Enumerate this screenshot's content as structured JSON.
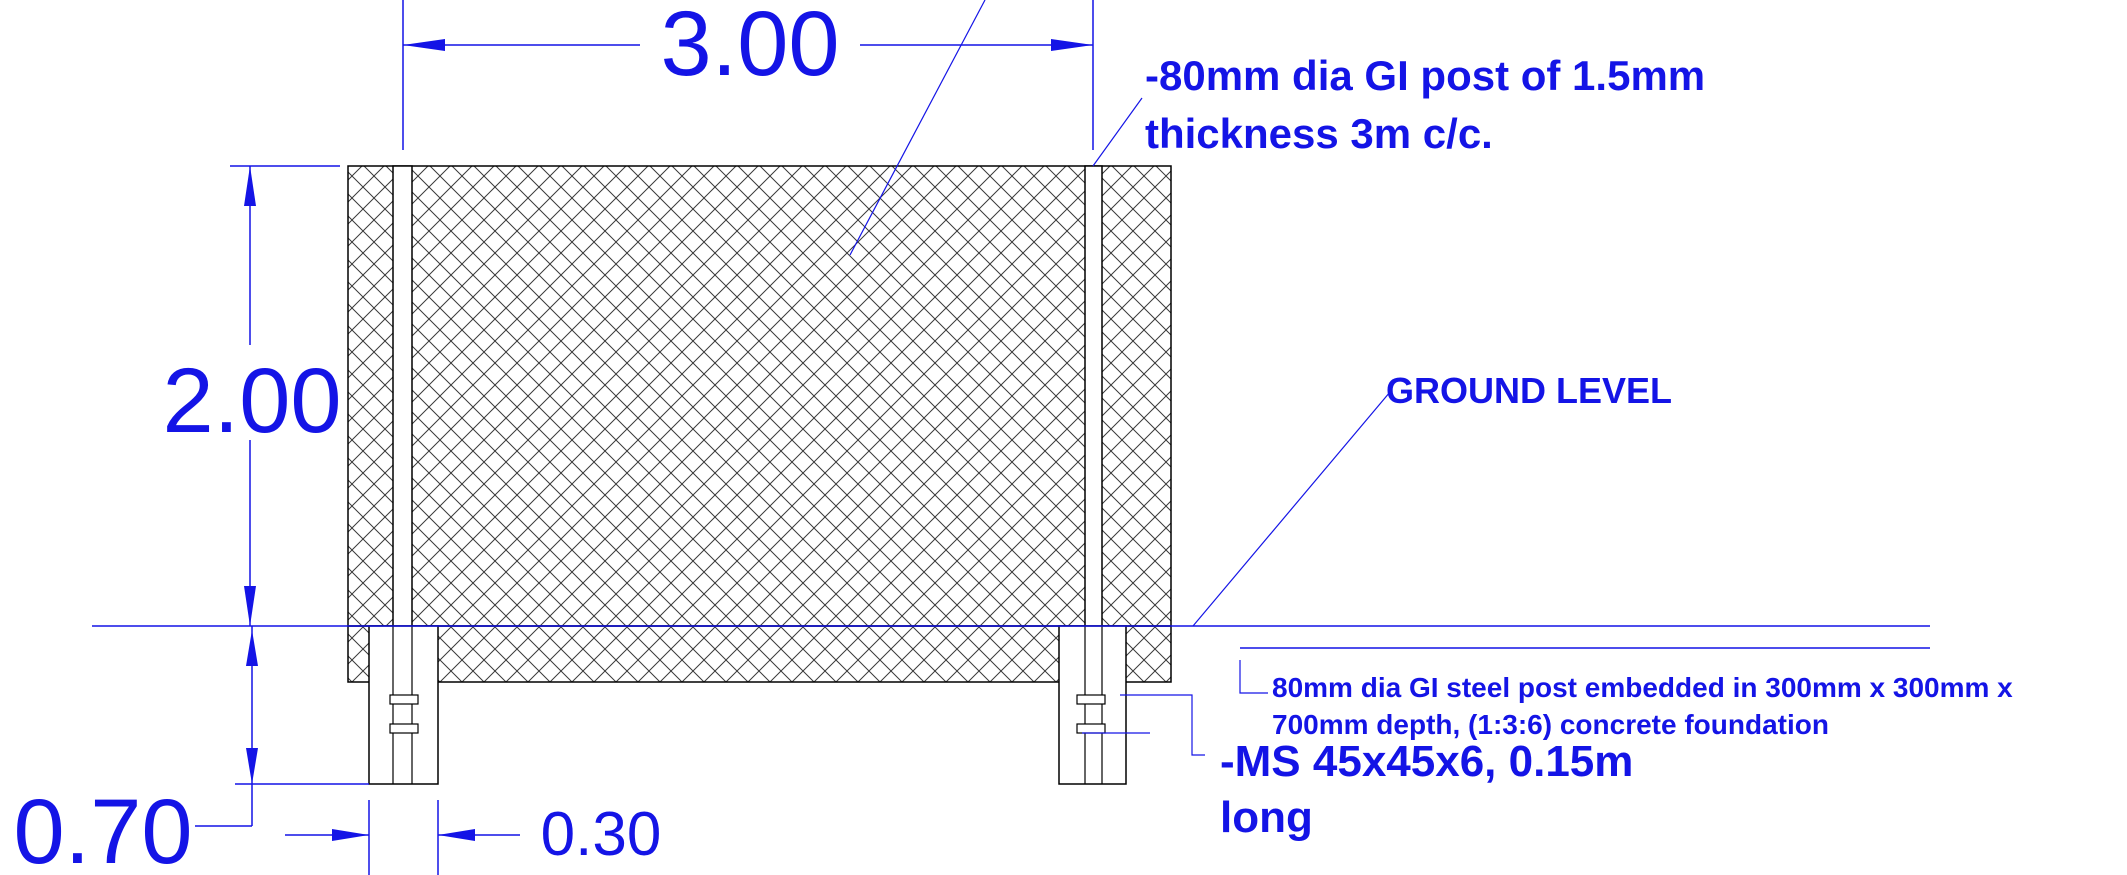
{
  "colors": {
    "annotation": "#1414e6",
    "geometry": "#000000",
    "mesh": "#3a3a3a",
    "background": "#ffffff"
  },
  "dimensions": {
    "post_spacing": "3.00",
    "fence_height": "2.00",
    "foundation_depth": "0.70",
    "foundation_width": "0.30"
  },
  "notes": {
    "post_note_line1": "-80mm dia GI post of 1.5mm",
    "post_note_line2": "thickness 3m c/c.",
    "ground_level": "GROUND LEVEL",
    "foundation_note_line1": "80mm dia GI steel post embedded in 300mm x 300mm x",
    "foundation_note_line2": "700mm depth, (1:3:6) concrete foundation",
    "angle_note_line1": "-MS 45x45x6, 0.15m",
    "angle_note_line2": "long"
  }
}
